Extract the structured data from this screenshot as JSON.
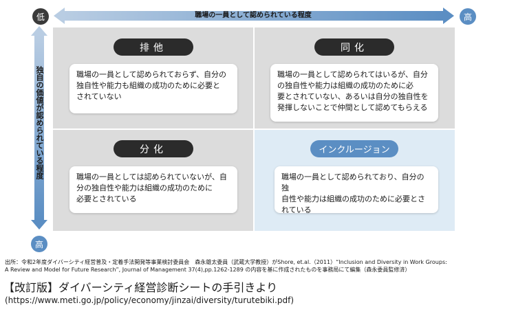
{
  "axes": {
    "horizontal": {
      "low": "低",
      "label": "職場の一員として認められている程度",
      "high": "高"
    },
    "vertical": {
      "label": "独自の価値が認められている程度",
      "high": "高"
    }
  },
  "quadrants": {
    "exclusion": {
      "title": "排他",
      "lines": [
        "職場の一員として認められておらず、自分の",
        "独自性や能力も組織の成功のために必要と",
        "されていない"
      ]
    },
    "assimilation": {
      "title": "同化",
      "lines": [
        "職場の一員として認められてはいるが、自分",
        "の独自性や能力は組織の成功のために必",
        "要とされていない、あるいは自分の独自性を",
        "発揮しないことで仲間として認めてもらえる"
      ]
    },
    "differentiation": {
      "title": "分化",
      "lines": [
        "職場の一員としては認められていないが、自",
        "分の独自性や能力は組織の成功のために",
        "必要とされている"
      ]
    },
    "inclusion": {
      "title": "インクルージョン",
      "lines": [
        "職場の一員として認められており、自分の独",
        "自性や能力は組織の成功のために必要とさ",
        "れている"
      ]
    }
  },
  "source": {
    "line1": "出所：令和2年度ダイバーシティ経営普及・定着手法開発等事業検討委員会　森永雄太委員（武蔵大学教授）がShore, et.al.（2011）“Inclusion and Diversity in Work Groups:",
    "line2": "A Review and Model for Future Research”, Journal of Management 37(4),pp.1262-1289 の内容を基に作成されたものを事務局にて編集（森永委員監修済）"
  },
  "footer": {
    "title": "【改訂版】ダイバーシティ経営診断シートの手引きより",
    "url": "(https://www.meti.go.jp/policy/economy/jinzai/diversity/turutebiki.pdf)"
  },
  "colors": {
    "quadrant_gray": "#dcdcdc",
    "inclusion_blue": "#deebf5",
    "accent_blue": "#5b8ec3",
    "pill_dark": "#2b2b2b"
  }
}
